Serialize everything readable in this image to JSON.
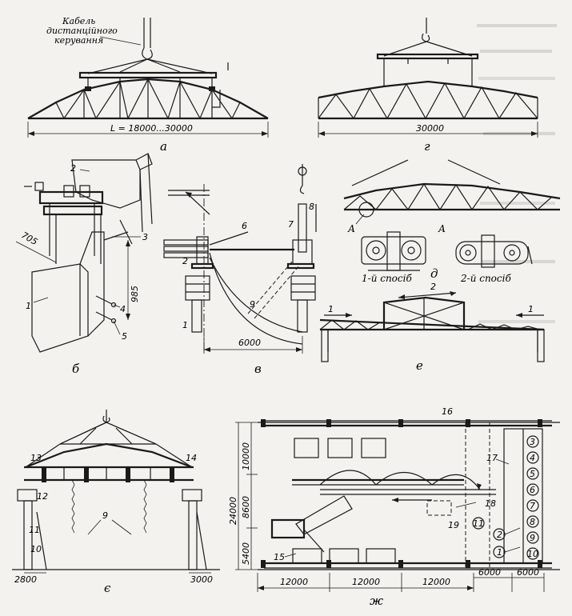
{
  "a": {
    "cable_label_line1": "Кабель",
    "cable_label_line2": "дистанційного",
    "cable_label_line3": "керування",
    "span_dim": "L = 18000...30000",
    "caption": "а"
  },
  "b": {
    "dim_705": "705",
    "dim_985": "985",
    "callouts": [
      "1",
      "2",
      "3",
      "4",
      "5"
    ],
    "caption": "б"
  },
  "v": {
    "dim_6000": "6000",
    "callouts": [
      "1",
      "2",
      "6",
      "7",
      "8",
      "9"
    ],
    "caption": "в"
  },
  "g": {
    "span_dim": "30000",
    "caption": "г"
  },
  "d": {
    "section_left": "А",
    "section_right": "А",
    "method1": "1-й спосіб",
    "method2": "2-й спосіб",
    "caption": "д"
  },
  "e": {
    "callouts": [
      "1",
      "1",
      "2"
    ],
    "caption": "е"
  },
  "ye": {
    "callouts": [
      "9",
      "10",
      "11",
      "12",
      "13",
      "14"
    ],
    "dim_left": "2800",
    "dim_right": "3000",
    "caption": "є"
  },
  "zh": {
    "dims_vertical": [
      "10000",
      "8600",
      "5400"
    ],
    "dim_total_vertical": "24000",
    "dims_horizontal": [
      "12000",
      "12000",
      "12000",
      "6000",
      "6000"
    ],
    "callouts": [
      "15",
      "16",
      "17",
      "18",
      "19",
      "11",
      "2",
      "1"
    ],
    "stack_numbers": [
      "3",
      "4",
      "5",
      "6",
      "7",
      "8",
      "9",
      "10"
    ],
    "caption": "ж"
  }
}
